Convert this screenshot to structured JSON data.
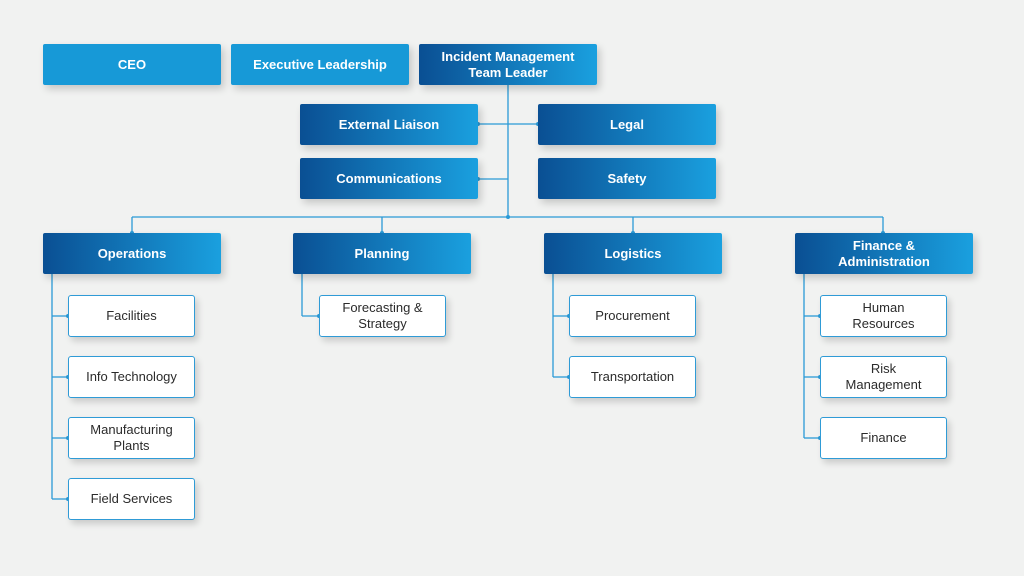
{
  "top": {
    "ceo": "CEO",
    "executive": "Executive Leadership",
    "imt_leader": "Incident Management\nTeam Leader"
  },
  "staff": {
    "external_liaison": "External Liaison",
    "legal": "Legal",
    "communications": "Communications",
    "safety": "Safety"
  },
  "sections": [
    {
      "title": "Operations",
      "units": [
        "Facilities",
        "Info Technology",
        "Manufacturing\nPlants",
        "Field Services"
      ]
    },
    {
      "title": "Planning",
      "units": [
        "Forecasting &\nStrategy"
      ]
    },
    {
      "title": "Logistics",
      "units": [
        "Procurement",
        "Transportation"
      ]
    },
    {
      "title": "Finance &\nAdministration",
      "units": [
        "Human\nResources",
        "Risk\nManagement",
        "Finance"
      ]
    }
  ],
  "colors": {
    "connector": "#2a9ad7",
    "dark_blue": "#0a4f93",
    "light_blue": "#1aa0df",
    "background": "#f1f2f1"
  }
}
